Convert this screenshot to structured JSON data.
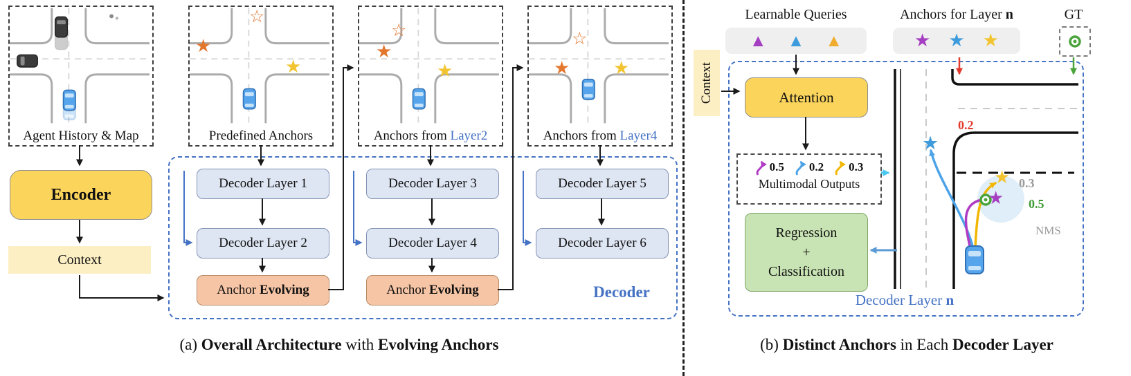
{
  "colors": {
    "encoder_fill": "#FBD45C",
    "context_fill": "#FDEFC4",
    "decoder_layer_fill": "#DEE5F3",
    "anchor_evolving_fill": "#F6C5A5",
    "decoder_border_blue": "#4472C4",
    "regression_fill": "#C9E4B4",
    "attention_fill": "#FBD45C",
    "query_purple": "#A53FC2",
    "query_blue": "#3E9BDC",
    "query_orange": "#F0AD2D",
    "star_orange": "#E3772E",
    "star_yellow": "#F2C431",
    "gt_green": "#4BA43B",
    "score_red": "#E23B2E",
    "score_gray": "#9B9B9B",
    "cyan_arrow": "#49C8EF",
    "steel_arrow": "#5B9BD5"
  },
  "panel_a": {
    "map_panel_label": "Agent History & Map",
    "encoder_label": "Encoder",
    "context_label": "Context",
    "anchor_panel_1_label": "Predefined Anchors",
    "anchor_panel_2_prefix": "Anchors from ",
    "anchor_panel_2_layer": "Layer2",
    "anchor_panel_3_prefix": "Anchors from ",
    "anchor_panel_3_layer": "Layer4",
    "decoder_label": "Decoder",
    "layer_1": "Decoder Layer 1",
    "layer_2": "Decoder Layer 2",
    "layer_3": "Decoder Layer 3",
    "layer_4": "Decoder Layer 4",
    "layer_5": "Decoder Layer 5",
    "layer_6": "Decoder Layer 6",
    "anchor_evolving_prefix": "Anchor ",
    "anchor_evolving_bold": "Evolving",
    "caption_prefix": "(a) ",
    "caption_bold_1": "Overall Architecture",
    "caption_mid": " with ",
    "caption_bold_2": "Evolving Anchors"
  },
  "panel_b": {
    "learnable_queries_label": "Learnable Queries",
    "anchors_for_layer_prefix": "Anchors for Layer ",
    "anchors_for_layer_bold": "n",
    "gt_label": "GT",
    "context_label": "Context",
    "attention_label": "Attention",
    "multimodal_label": "Multimodal Outputs",
    "scores": [
      "0.5",
      "0.2",
      "0.3"
    ],
    "regression_line_1": "Regression",
    "regression_line_2": "+",
    "regression_line_3": "Classification",
    "scene_score_red": "0.2",
    "scene_score_gray": "0.3",
    "scene_score_green": "0.5",
    "nms_label": "NMS",
    "decoder_layer_prefix": "Decoder Layer ",
    "decoder_layer_bold": "n",
    "caption_prefix": "(b) ",
    "caption_bold_1": "Distinct Anchors",
    "caption_mid": " in Each ",
    "caption_bold_2": "Decoder Layer"
  }
}
